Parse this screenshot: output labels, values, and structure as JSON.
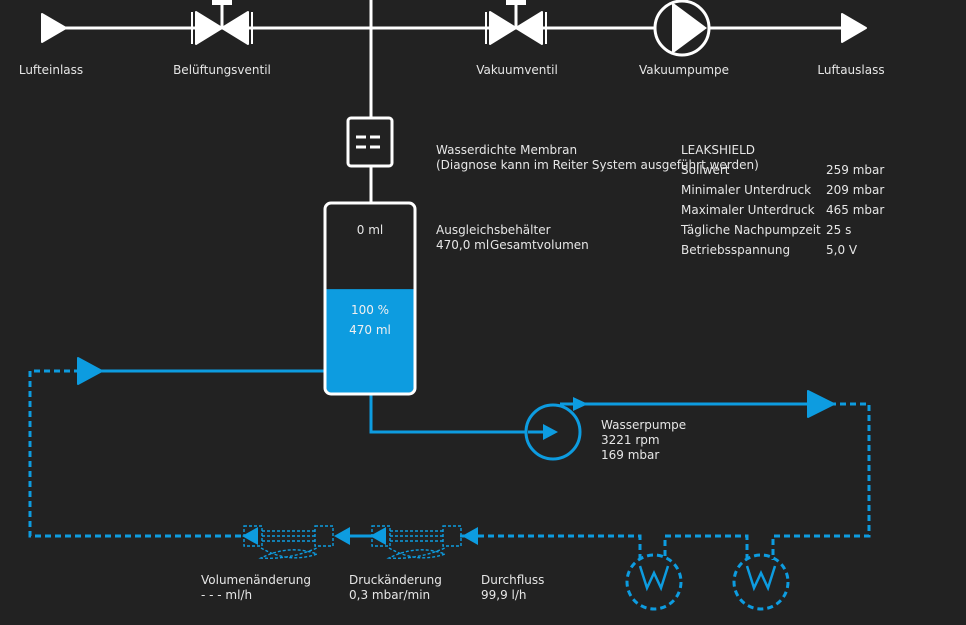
{
  "air": {
    "inlet": "Lufteinlass",
    "vent_valve": "Belüftungsventil",
    "vacuum_valve": "Vakuumventil",
    "vacuum_pump": "Vakuumpumpe",
    "outlet": "Luftauslass"
  },
  "membrane": {
    "title": "Wasserdichte Membran",
    "note": "(Diagnose kann im Reiter System ausgeführt werden)"
  },
  "reservoir": {
    "title": "Ausgleichsbehälter",
    "total_value": "470,0 ml",
    "total_label": "Gesamtvolumen",
    "empty": "0 ml",
    "fill_percent": "100 %",
    "fill_volume": "470 ml",
    "fill_fraction": 0.55
  },
  "leakshield": {
    "title": "LEAKSHIELD",
    "rows": [
      {
        "label": "Sollwert",
        "value": "259 mbar"
      },
      {
        "label": "Minimaler Unterdruck",
        "value": "209 mbar"
      },
      {
        "label": "Maximaler Unterdruck",
        "value": "465 mbar"
      },
      {
        "label": "Tägliche Nachpumpzeit",
        "value": "25 s"
      },
      {
        "label": "Betriebsspannung",
        "value": "5,0 V"
      }
    ]
  },
  "water_pump": {
    "title": "Wasserpumpe",
    "rpm": "3221 rpm",
    "pressure": "169 mbar"
  },
  "sensors": {
    "volume_label": "Volumenänderung",
    "volume_value": "- - - ml/h",
    "pressure_label": "Druckänderung",
    "pressure_value": "0,3 mbar/min",
    "flow_label": "Durchfluss",
    "flow_value": "99,9 l/h"
  },
  "colors": {
    "background": "#222222",
    "line": "#ffffff",
    "water": "#0d9ce0"
  }
}
